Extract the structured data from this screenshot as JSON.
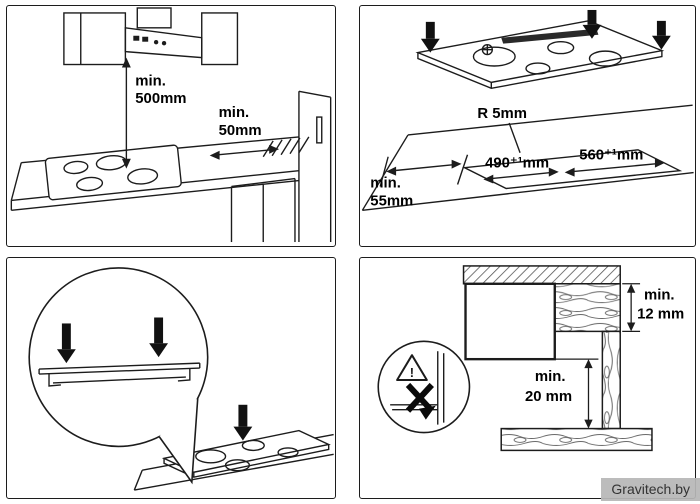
{
  "watermark": {
    "text": "Gravitech.by"
  },
  "hood_clearance": {
    "height": {
      "prefix": "min.",
      "value": "500mm"
    },
    "side": {
      "prefix": "min.",
      "value": "50mm"
    }
  },
  "cutout": {
    "radius": "R 5mm",
    "depth": "490⁺¹mm",
    "width": "560⁺¹mm",
    "edge": {
      "prefix": "min.",
      "value": "55mm"
    }
  },
  "section": {
    "thickness": {
      "prefix": "min.",
      "value": "12 mm"
    },
    "gap": {
      "prefix": "min.",
      "value": "20 mm"
    },
    "warning_mark": "!"
  }
}
